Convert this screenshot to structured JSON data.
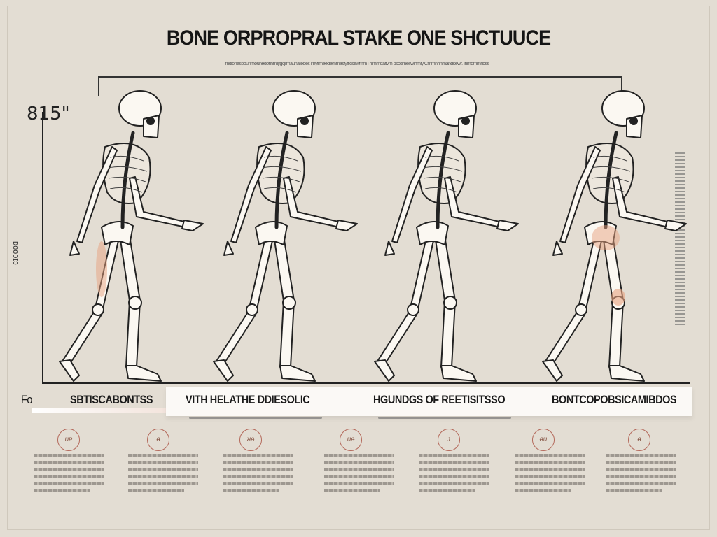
{
  "title": "BONE ORPROPRAL STAKE ONE SHCTUUCE",
  "subtitle": "mdlonesoounmounedotlhmiljfgcjrmaunatedes lmylimeedemmasiyfficsewmmThlmmdaltvm pscdmeswlhmiy|Cmmnhnmandsewr. Ihmdmmrlbss",
  "axis": {
    "top_label": "815\"",
    "side_label": "ᴅᴏᴏᴅɪɔ"
  },
  "labels": [
    {
      "text": "Fo"
    },
    {
      "text": "SBTISCABONTSS"
    },
    {
      "text": "VITH HELATHE DDIESOLIC"
    },
    {
      "text": "HGUNDGS OF REETISITSSO"
    },
    {
      "text": "BONTCOPOBSICAMIBDOS"
    }
  ],
  "markers": [
    "ᴜᴘ",
    "ᴃ",
    "ᴚᴃ",
    "ᴜᴃ",
    "ᴊ",
    "ᴃᴜ",
    "ᴃ"
  ],
  "colors": {
    "background": "#e3ddd3",
    "bone": "#fbf8f2",
    "highlight": "#e8a27f",
    "ink": "#1a1a1a"
  }
}
